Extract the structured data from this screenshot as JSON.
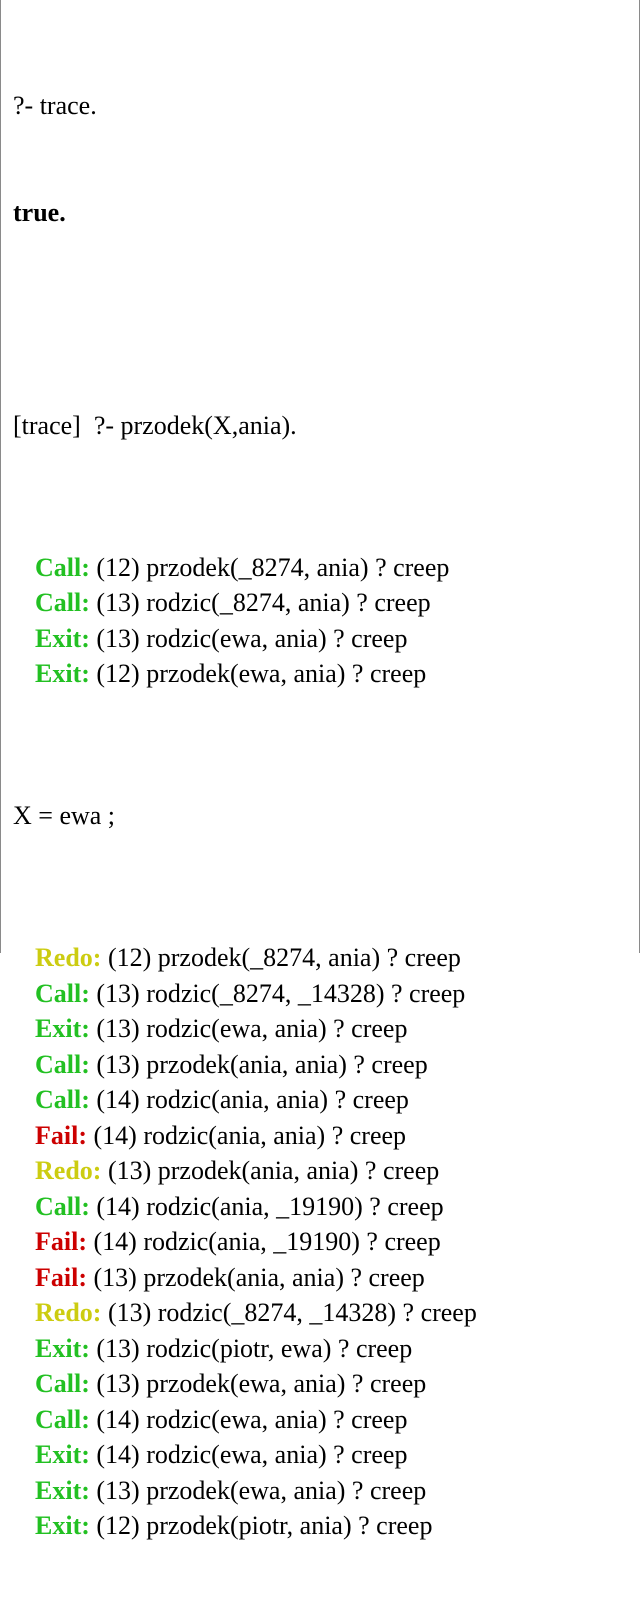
{
  "colors": {
    "call": "#22c022",
    "exit": "#22c022",
    "redo": "#cccc11",
    "fail": "#cc0000",
    "text": "#000000"
  },
  "header": {
    "query": "?- trace.",
    "result": "true.",
    "trace_query": "[trace]  ?- przodek(X,ania)."
  },
  "block1": [
    {
      "port": "Call:",
      "text": " (12) przodek(_8274, ania) ? creep"
    },
    {
      "port": "Call:",
      "text": " (13) rodzic(_8274, ania) ? creep"
    },
    {
      "port": "Exit:",
      "text": " (13) rodzic(ewa, ania) ? creep"
    },
    {
      "port": "Exit:",
      "text": " (12) przodek(ewa, ania) ? creep"
    }
  ],
  "answer": "X = ewa ;",
  "block2": [
    {
      "port": "Redo:",
      "text": " (12) przodek(_8274, ania) ? creep"
    },
    {
      "port": "Call:",
      "text": " (13) rodzic(_8274, _14328) ? creep"
    },
    {
      "port": "Exit:",
      "text": " (13) rodzic(ewa, ania) ? creep"
    },
    {
      "port": "Call:",
      "text": " (13) przodek(ania, ania) ? creep"
    },
    {
      "port": "Call:",
      "text": " (14) rodzic(ania, ania) ? creep"
    },
    {
      "port": "Fail:",
      "text": " (14) rodzic(ania, ania) ? creep"
    },
    {
      "port": "Redo:",
      "text": " (13) przodek(ania, ania) ? creep"
    },
    {
      "port": "Call:",
      "text": " (14) rodzic(ania, _19190) ? creep"
    },
    {
      "port": "Fail:",
      "text": " (14) rodzic(ania, _19190) ? creep"
    },
    {
      "port": "Fail:",
      "text": " (13) przodek(ania, ania) ? creep"
    },
    {
      "port": "Redo:",
      "text": " (13) rodzic(_8274, _14328) ? creep"
    },
    {
      "port": "Exit:",
      "text": " (13) rodzic(piotr, ewa) ? creep"
    },
    {
      "port": "Call:",
      "text": " (13) przodek(ewa, ania) ? creep"
    },
    {
      "port": "Call:",
      "text": " (14) rodzic(ewa, ania) ? creep"
    },
    {
      "port": "Exit:",
      "text": " (14) rodzic(ewa, ania) ? creep"
    },
    {
      "port": "Exit:",
      "text": " (13) przodek(ewa, ania) ? creep"
    },
    {
      "port": "Exit:",
      "text": " (12) przodek(piotr, ania) ? creep"
    }
  ]
}
